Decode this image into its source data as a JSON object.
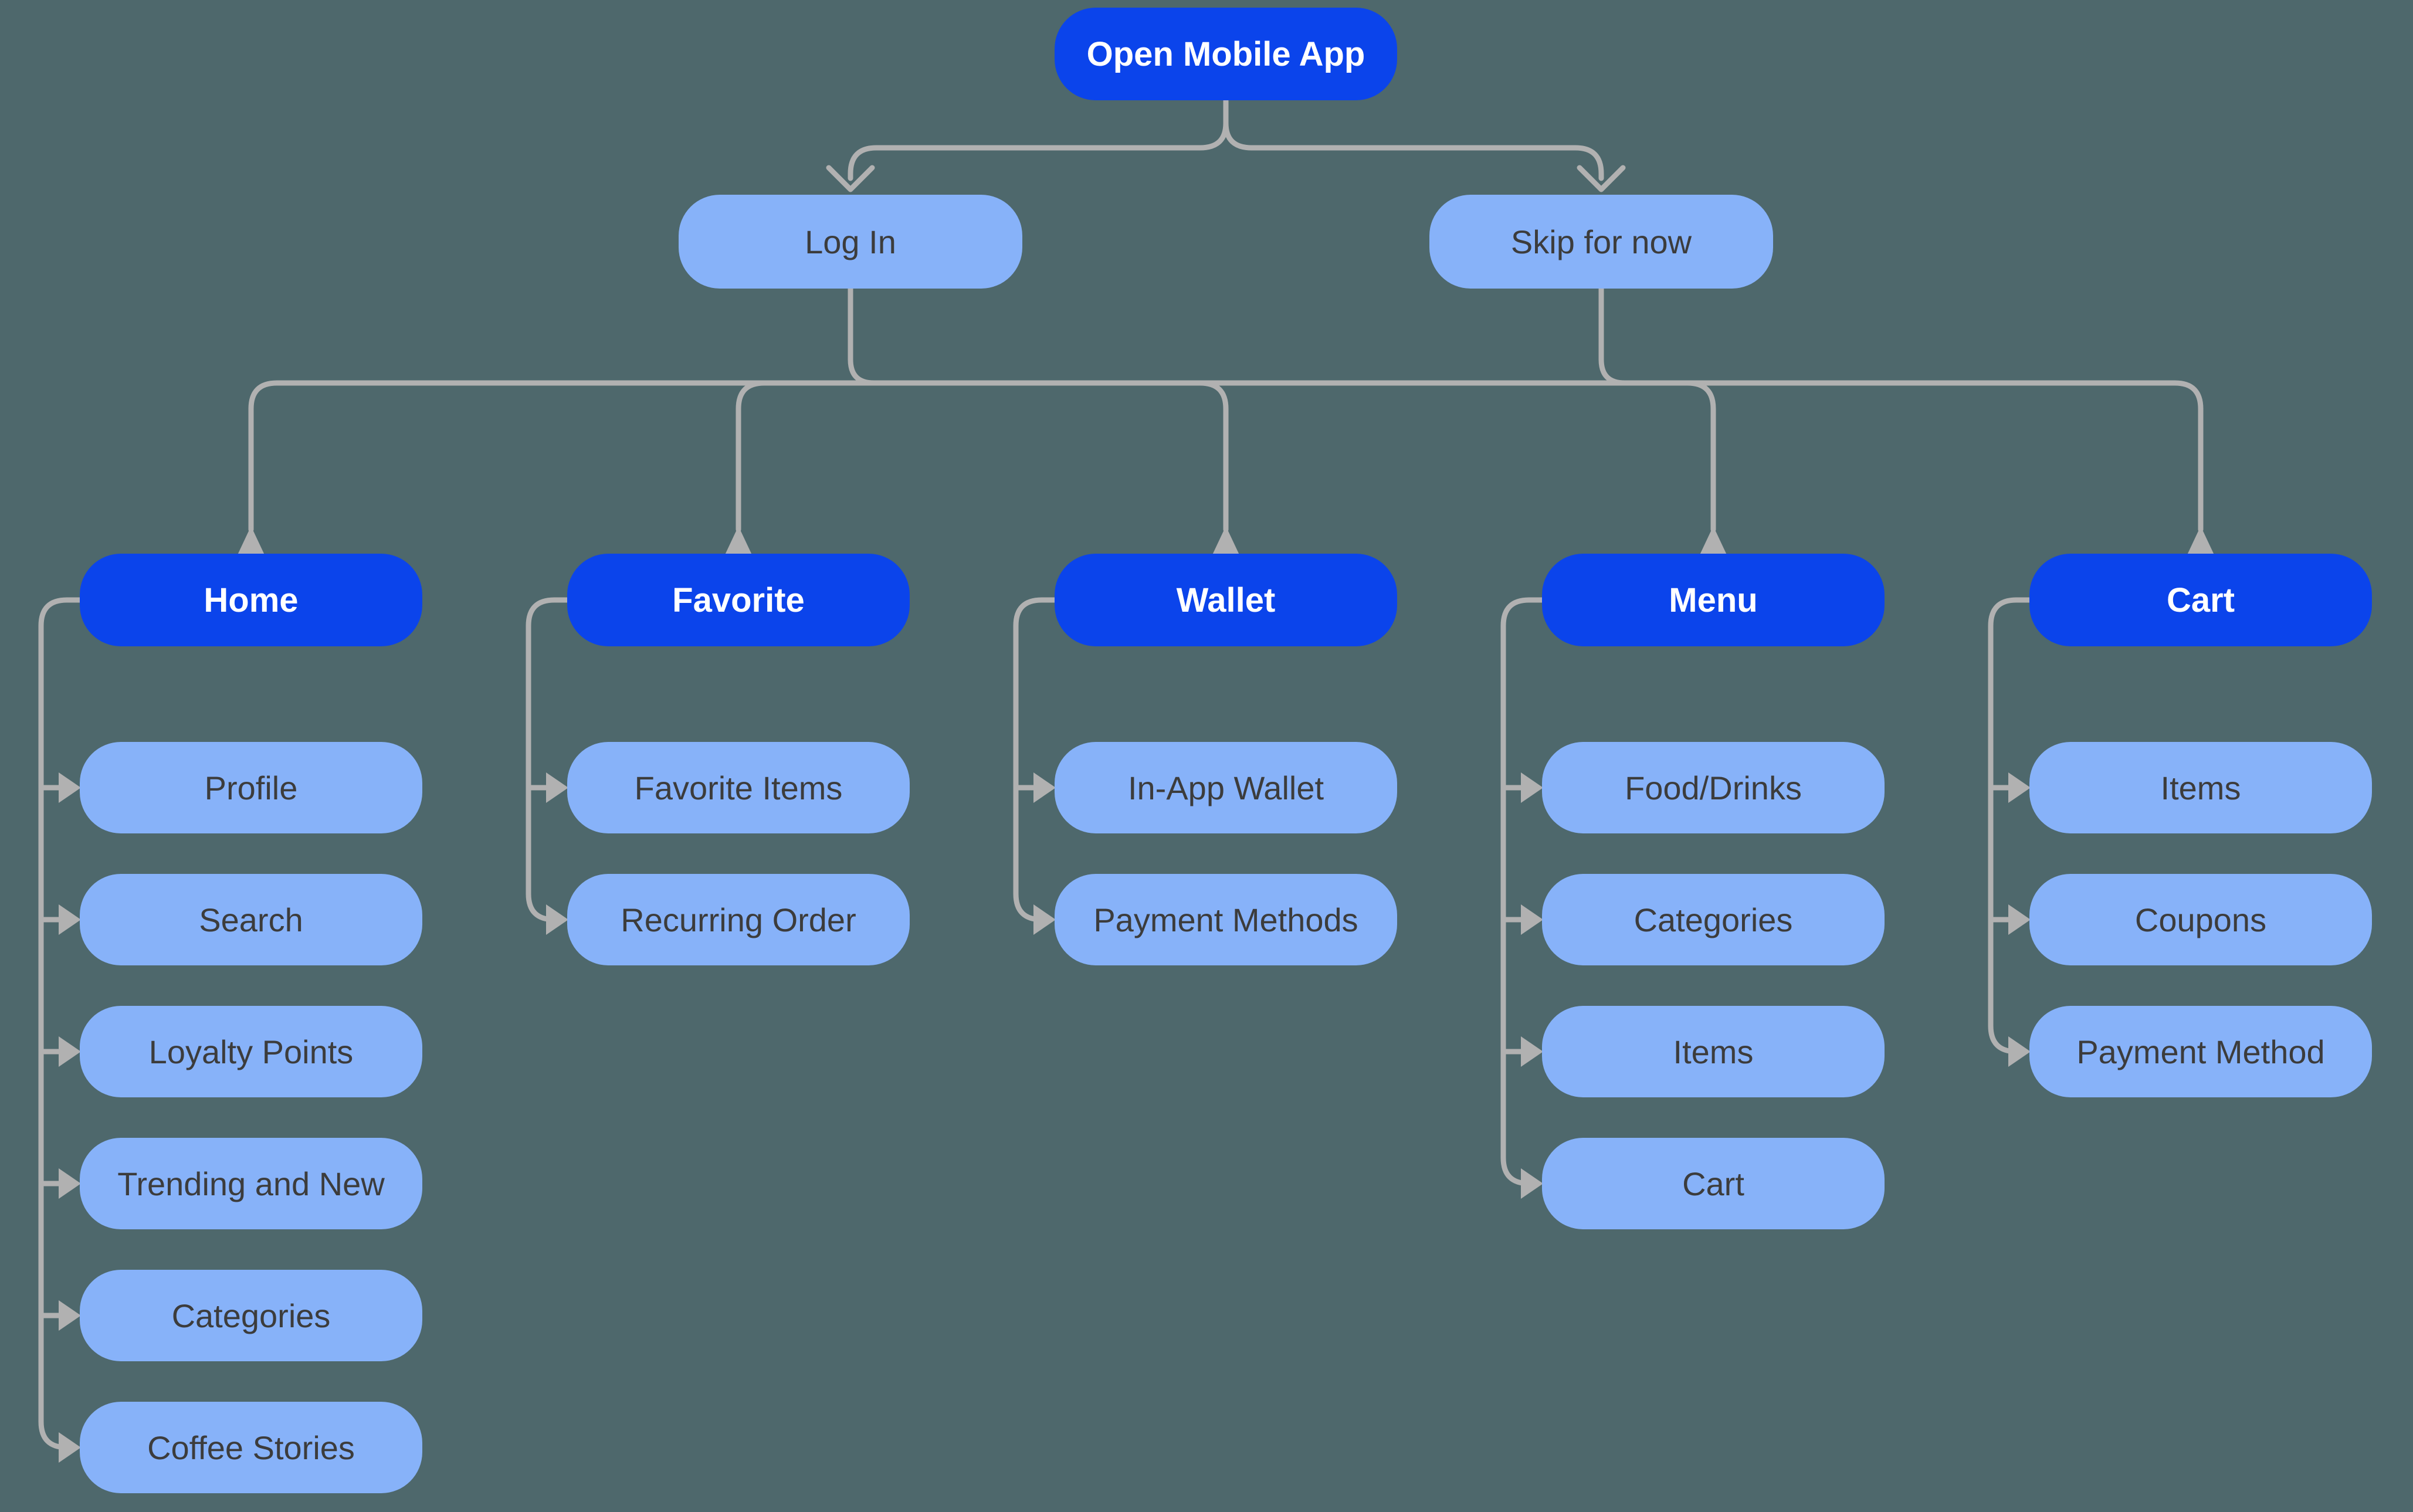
{
  "colors": {
    "background": "#4E686C",
    "primary_node": "#0B44EB",
    "secondary_node": "#87B2F9",
    "connector": "#B1B1B1",
    "dark_text": "#3C3C3C",
    "light_text": "#FFFFFF"
  },
  "flow": {
    "root": {
      "label": "Open Mobile App"
    },
    "branches": [
      {
        "label": "Log In"
      },
      {
        "label": "Skip for now"
      }
    ],
    "columns": [
      {
        "label": "Home",
        "children": [
          "Profile",
          "Search",
          "Loyalty Points",
          "Trending and New",
          "Categories",
          "Coffee Stories"
        ]
      },
      {
        "label": "Favorite",
        "children": [
          "Favorite Items",
          "Recurring Order"
        ]
      },
      {
        "label": "Wallet",
        "children": [
          "In-App Wallet",
          "Payment Methods"
        ]
      },
      {
        "label": "Menu",
        "children": [
          "Food/Drinks",
          "Categories",
          "Items",
          "Cart"
        ]
      },
      {
        "label": "Cart",
        "children": [
          "Items",
          "Coupons",
          "Payment Method"
        ]
      }
    ]
  }
}
